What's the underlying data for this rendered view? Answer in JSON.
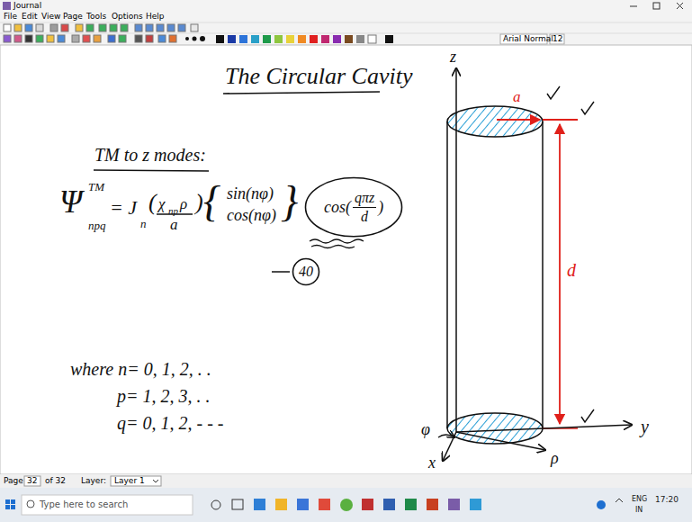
{
  "diagram": {
    "title": "The Circular Cavity",
    "nodes": [
      {
        "text": [
          "cos(",
          "qπz",
          "d",
          ")"
        ]
      },
      {
        "text": [
          "40"
        ]
      }
    ],
    "labels": [
      "Journal",
      "File",
      "Edit",
      "View",
      "Page",
      "Tools",
      "Options",
      "Help",
      "Arial Normal",
      "12",
      "TM to z modes:",
      "Ψ",
      "TM",
      "npq",
      "= J",
      "n",
      "(",
      "χ",
      "np",
      "ρ",
      "a",
      ")",
      "{",
      "sin(nφ)",
      "cos(nφ)",
      "}",
      "where n= 0, 1, 2, . .",
      "p= 1, 2, 3, . .",
      "q= 0, 1, 2, - - -",
      "z",
      "a",
      "d",
      "y",
      "ρ",
      "φ",
      "x",
      "Page",
      "32",
      "of 32",
      "Layer:",
      "Layer 1",
      "Type here to search",
      "ENG",
      "IN",
      "17:20"
    ]
  }
}
